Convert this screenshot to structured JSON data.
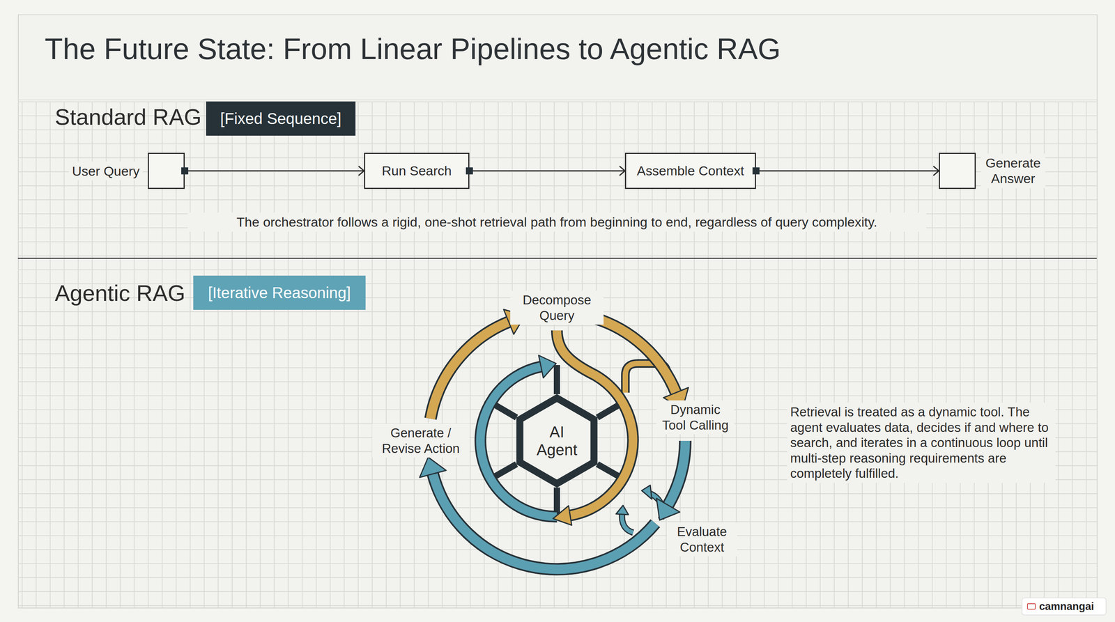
{
  "diagram": {
    "title": "The Future State: From Linear Pipelines to Agentic RAG",
    "nodes": [
      {
        "text": [
          "[Fixed Sequence]"
        ]
      },
      {
        "text": [
          "User Query"
        ]
      },
      {
        "text": [
          "Run Search"
        ]
      },
      {
        "text": [
          "Assemble Context"
        ]
      },
      {
        "text": [
          "Generate Answer"
        ]
      },
      {
        "text": [
          "[Iterative Reasoning]"
        ]
      },
      {
        "text": [
          "AI Agent"
        ]
      }
    ],
    "edges": [
      {
        "from": 1,
        "to": 2,
        "arrow": "to"
      },
      {
        "from": 2,
        "to": 3,
        "arrow": "to"
      },
      {
        "from": 3,
        "to": 4,
        "arrow": "to"
      }
    ],
    "labels": [
      "Standard RAG",
      "The orchestrator follows a rigid, one-shot retrieval path from beginning to end, regardless of query complexity.",
      "Agentic RAG",
      "Decompose Query",
      "Dynamic Tool Calling",
      "Evaluate Context",
      "Generate / Revise Action",
      "Retrieval is treated as a dynamic tool. The agent evaluates data, decides if and where to search, and iterates in a continuous loop until multi-step reasoning requirements are completely fulfilled.",
      "camnangai"
    ]
  }
}
